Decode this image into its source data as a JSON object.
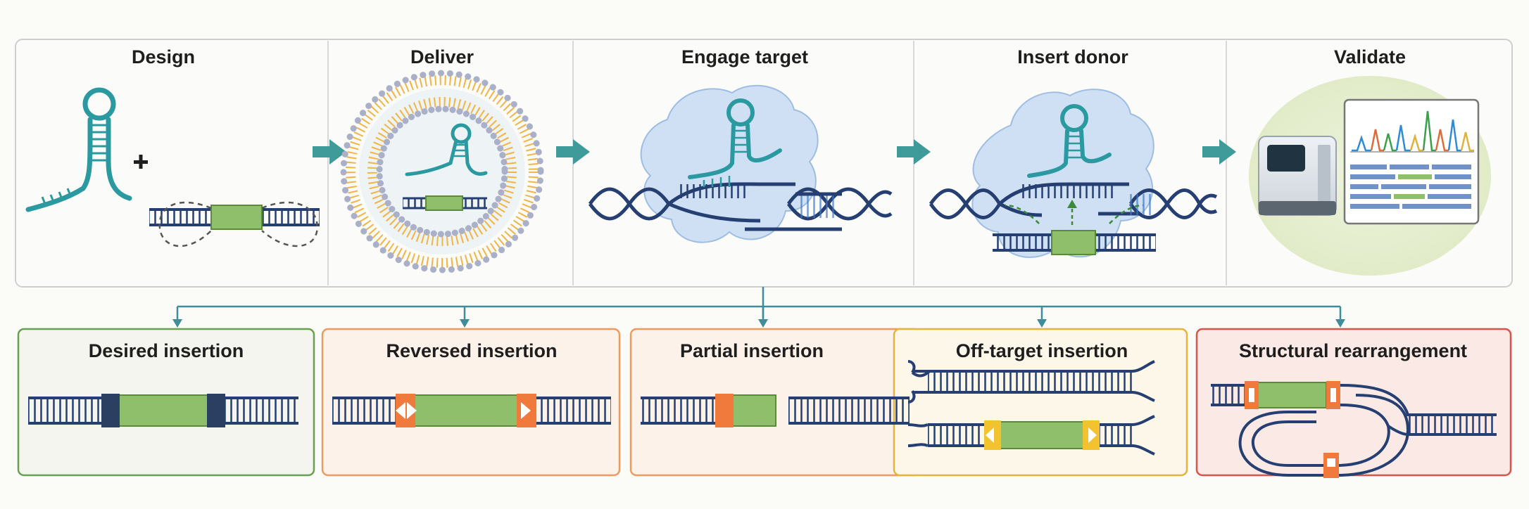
{
  "stages": [
    {
      "title": "Design"
    },
    {
      "title": "Deliver"
    },
    {
      "title": "Engage target"
    },
    {
      "title": "Insert donor"
    },
    {
      "title": "Validate"
    }
  ],
  "outcomes": [
    {
      "title": "Desired insertion",
      "border": "#6aa150",
      "fill": "#f3f5ee"
    },
    {
      "title": "Reversed insertion",
      "border": "#ee9a60",
      "fill": "#fdf2ea"
    },
    {
      "title": "Partial insertion",
      "border": "#ee9a60",
      "fill": "#fdf2ea"
    },
    {
      "title": "Off-target insertion",
      "border": "#e6b43c",
      "fill": "#fdf7e9"
    },
    {
      "title": "Structural rearrangement",
      "border": "#d9544a",
      "fill": "#fbe9e6"
    }
  ],
  "colors": {
    "teal": "#2a9aa0",
    "navy": "#263f72",
    "green": "#8fbf6a",
    "orange": "#ef7a3c",
    "yellow": "#f2c22f",
    "cloud": "#cfe0f4",
    "arrow": "#3f9a9a"
  }
}
